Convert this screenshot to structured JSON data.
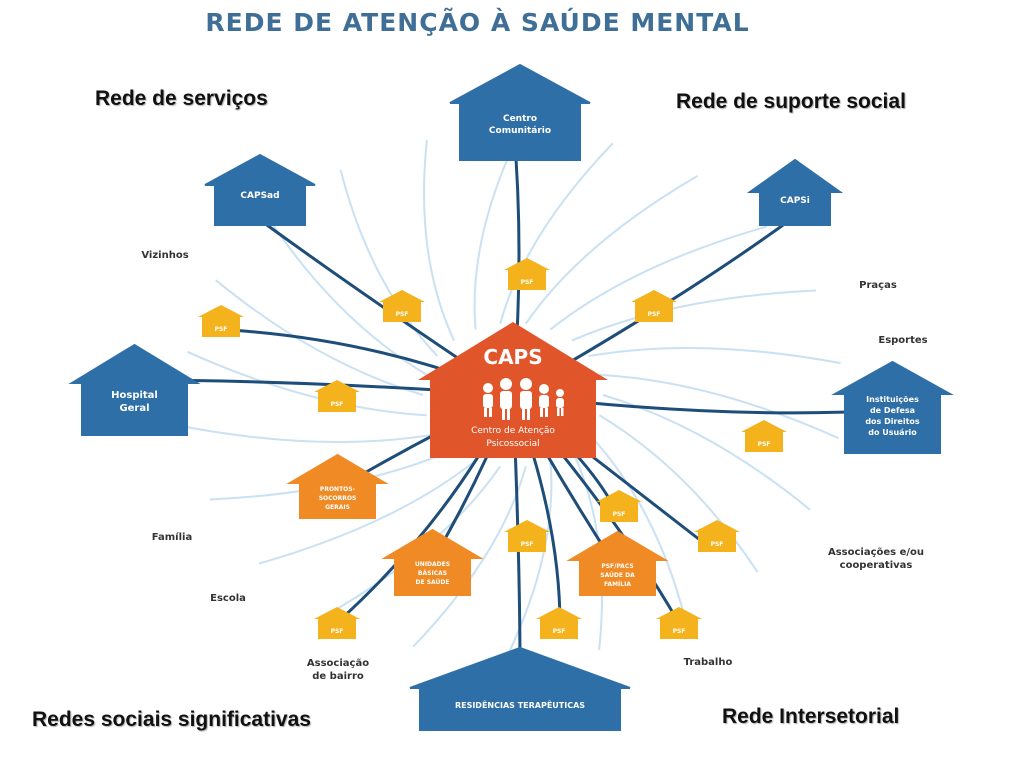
{
  "title": "REDE DE ATENÇÃO À SAÚDE MENTAL",
  "corners": {
    "services": "Rede de serviços",
    "social_support": "Rede de suporte social",
    "significant": "Redes sociais significativas",
    "intersectoral": "Rede Intersetorial"
  },
  "colors": {
    "blue_house": "#2f6fa8",
    "caps_house": "#e1552a",
    "orange_house": "#f08a24",
    "psf_house": "#f4b21c",
    "line": "#1d4d78",
    "soft_line": "#c9e1f2",
    "label": "#333333"
  },
  "caps": {
    "title": "CAPS",
    "subtitle_1": "Centro de Atenção",
    "subtitle_2": "Psicossocial",
    "icon": "family-icon"
  },
  "houses": {
    "centro": [
      "Centro",
      "Comunitário"
    ],
    "capsad": [
      "CAPSad"
    ],
    "capsi": [
      "CAPSi"
    ],
    "hospital": [
      "Hospital",
      "Geral"
    ],
    "instituicoes": [
      "Instituições",
      "de Defesa",
      "dos Direitos",
      "do Usuário"
    ],
    "residencias": [
      "RESIDÊNCIAS TERAPÊUTICAS"
    ],
    "pronto": [
      "PRONTOS-",
      "SOCORROS",
      "GERAIS"
    ],
    "ubs": [
      "UNIDADES",
      "BÁSICAS",
      "DE SAÚDE"
    ],
    "psfhouse": [
      "PSF/PACS",
      "SAÚDE DA",
      "FAMÍLIA"
    ]
  },
  "psf_label": "PSF",
  "labels": {
    "vizinhos": [
      "Vizinhos"
    ],
    "pracas": [
      "Praças"
    ],
    "esportes": [
      "Esportes"
    ],
    "familia": [
      "Família"
    ],
    "escola": [
      "Escola"
    ],
    "associacoes": [
      "Associações e/ou",
      "cooperativas"
    ],
    "associacao_bairro": [
      "Associação",
      "de bairro"
    ],
    "trabalho": [
      "Trabalho"
    ]
  }
}
